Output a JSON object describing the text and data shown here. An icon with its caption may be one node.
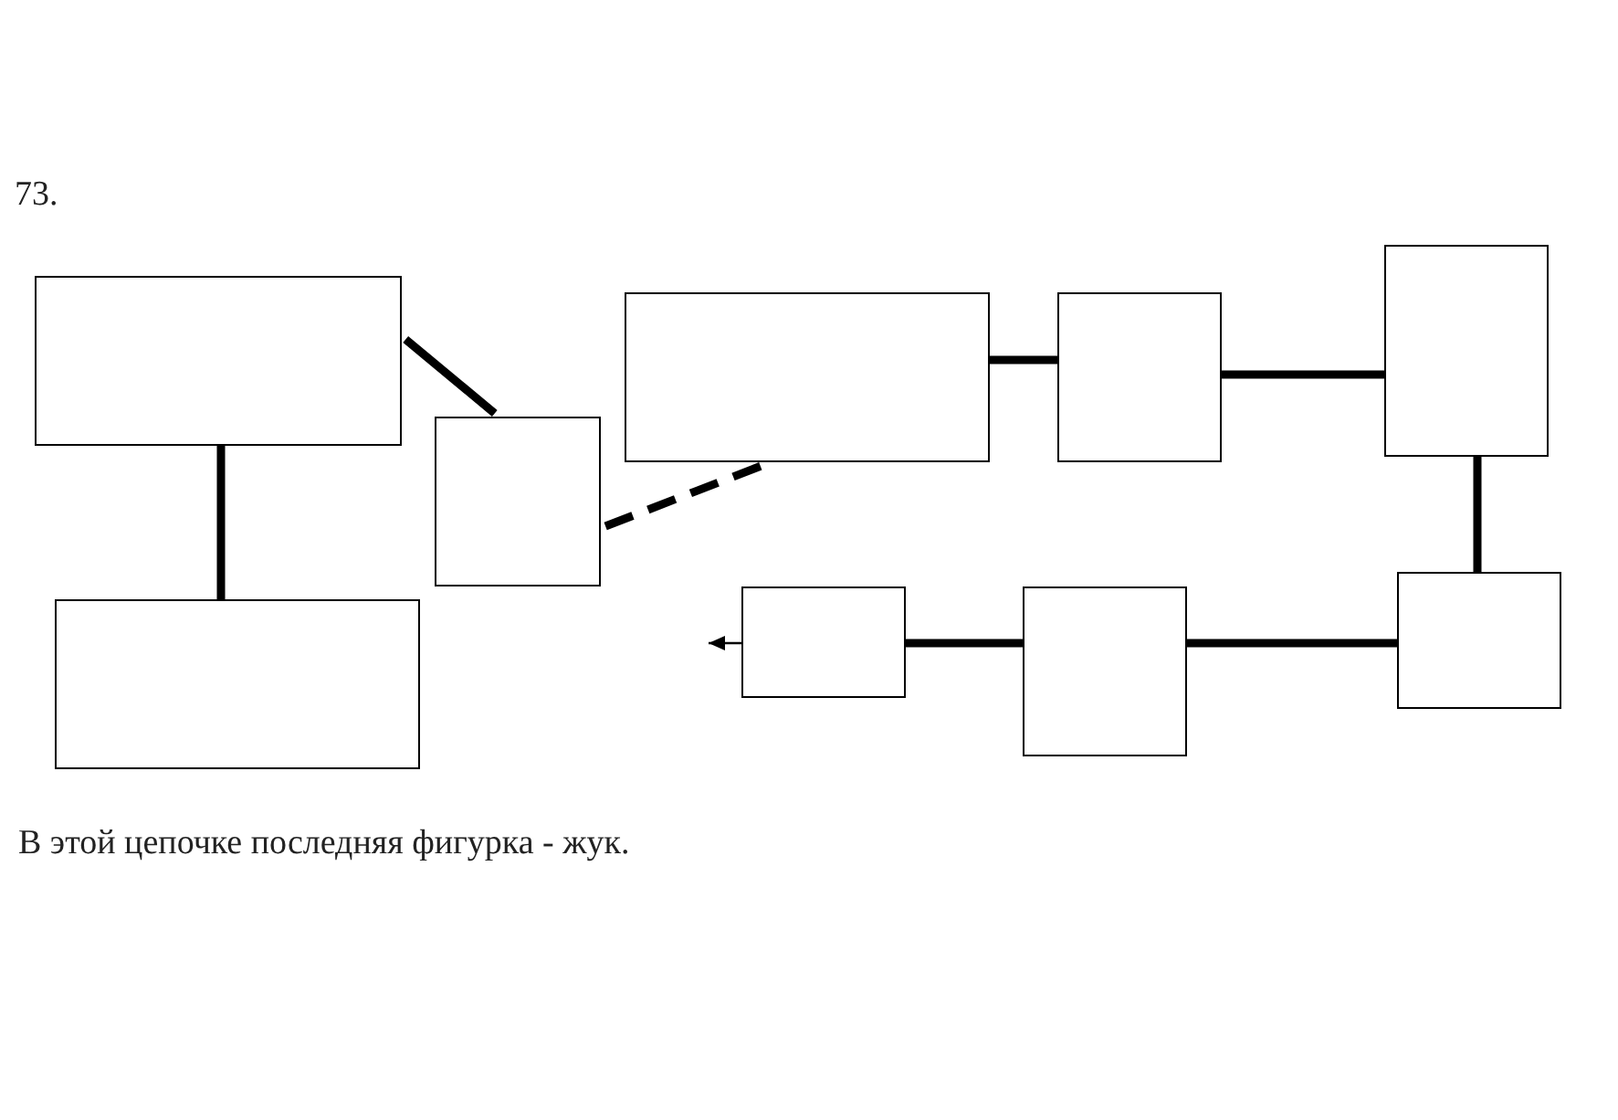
{
  "diagram": {
    "nodes": [
      {
        "text": [],
        "shape": "box"
      },
      {
        "text": [],
        "shape": "box"
      },
      {
        "text": [],
        "shape": "box"
      },
      {
        "text": [],
        "shape": "box"
      },
      {
        "text": [],
        "shape": "box"
      },
      {
        "text": [],
        "shape": "box"
      },
      {
        "text": [],
        "shape": "box"
      },
      {
        "text": [],
        "shape": "box"
      },
      {
        "text": [],
        "shape": "box"
      }
    ],
    "edges": [
      {
        "from": 0,
        "to": 1,
        "arrow": "none"
      },
      {
        "from": 0,
        "to": 2,
        "arrow": "none"
      },
      {
        "from": 2,
        "to": 3,
        "arrow": "none",
        "style": "dashed"
      },
      {
        "from": 3,
        "to": 4,
        "arrow": "none"
      },
      {
        "from": 4,
        "to": 5,
        "arrow": "none"
      },
      {
        "from": 5,
        "to": 6,
        "arrow": "none"
      },
      {
        "from": 6,
        "to": 7,
        "arrow": "none"
      },
      {
        "from": 7,
        "to": 8,
        "arrow": "none"
      },
      {
        "from": 8,
        "to": null,
        "arrow": "to"
      }
    ],
    "labels": [
      "73.",
      "В этой цепочке последняя фигурка - жук."
    ]
  }
}
